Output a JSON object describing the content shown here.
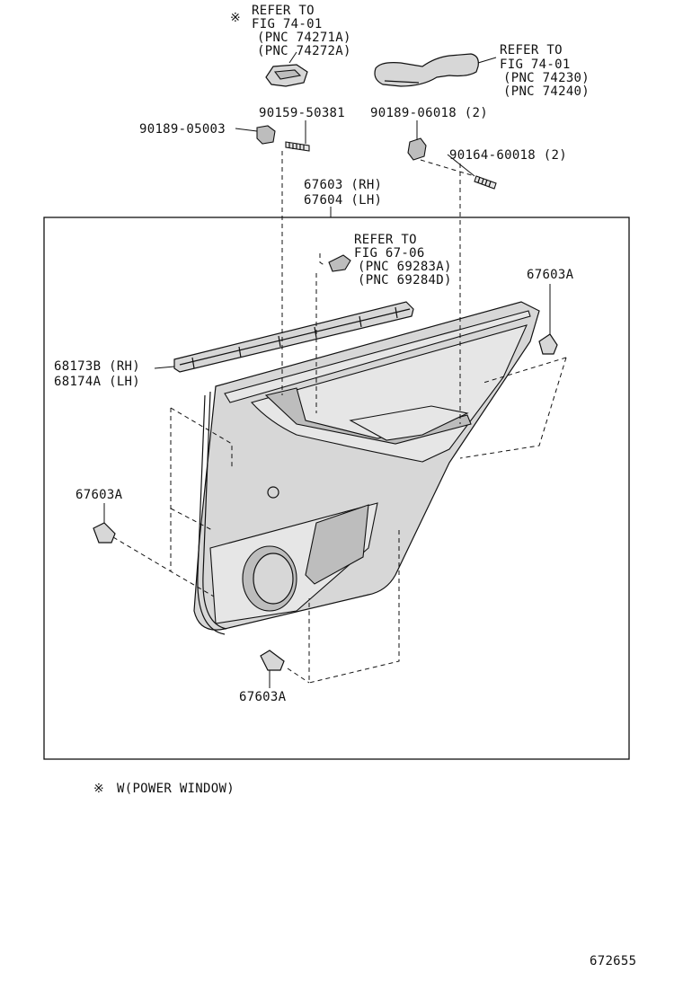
{
  "diagram": {
    "refer_switch": {
      "mark": "※",
      "line1": "REFER TO",
      "line2": "FIG 74-01",
      "line3": "(PNC 74271A)",
      "line4": "(PNC 74272A)"
    },
    "refer_handle": {
      "line1": "REFER TO",
      "line2": "FIG 74-01",
      "line3": "(PNC 74230)",
      "line4": "(PNC 74240)"
    },
    "refer_lamp": {
      "line1": "REFER TO",
      "line2": "FIG 67-06",
      "line3": "(PNC 69283A)",
      "line4": "(PNC 69284D)"
    },
    "part_numbers": {
      "p90189_05003": "90189-05003",
      "p90159_50381": "90159-50381",
      "p90189_06018": "90189-06018 (2)",
      "p90164_60018": "90164-60018 (2)",
      "p67603_rh": "67603 (RH)",
      "p67604_lh": "67604 (LH)",
      "p68173b_rh": "68173B (RH)",
      "p68174a_lh": "68174A (LH)",
      "clip_upper_right": "67603A",
      "clip_left": "67603A",
      "clip_bottom": "67603A"
    },
    "footnote": {
      "mark": "※",
      "text": "W(POWER WINDOW)"
    },
    "figure_number": "672655"
  }
}
